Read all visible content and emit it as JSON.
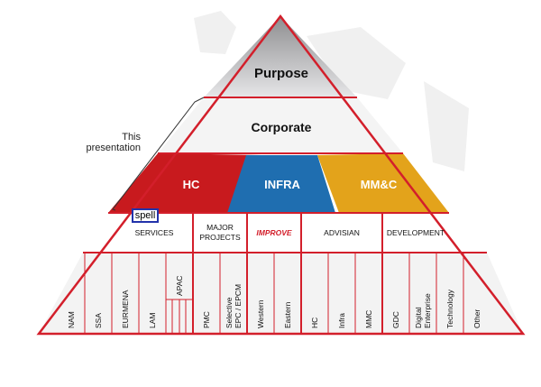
{
  "pyramid": {
    "purpose": "Purpose",
    "corporate": "Corporate",
    "callout": {
      "line1": "This",
      "line2": "presentation"
    },
    "segments": [
      {
        "label": "HC",
        "color": "#c81a1e"
      },
      {
        "label": "INFRA",
        "color": "#1f6eb0"
      },
      {
        "label": "MM&C",
        "color": "#e3a31b"
      }
    ],
    "spell_tag": "spell",
    "groups": [
      {
        "label_lines": [
          "SERVICES"
        ],
        "italic_red": false
      },
      {
        "label_lines": [
          "MAJOR",
          "PROJECTS"
        ],
        "italic_red": false
      },
      {
        "label_lines": [
          "IMPROVE"
        ],
        "italic_red": true
      },
      {
        "label_lines": [
          "ADVISIAN"
        ],
        "italic_red": false
      },
      {
        "label_lines": [
          "DEVELOPMENT"
        ],
        "italic_red": false
      }
    ],
    "columns": [
      [
        "NAM"
      ],
      [
        "SSA"
      ],
      [
        "EURMENA"
      ],
      [
        "LAM"
      ],
      [
        "APAC"
      ],
      [
        "PMC"
      ],
      [
        "Selective",
        "EPC / EPCM"
      ],
      [
        "Western"
      ],
      [
        "Eastern"
      ],
      [
        "HC"
      ],
      [
        "Infra"
      ],
      [
        "MMC"
      ],
      [
        "GDC"
      ],
      [
        "Digital",
        "Enterprise"
      ],
      [
        "Technology"
      ],
      [
        "Other"
      ]
    ]
  },
  "colors": {
    "accent": "#d31f2b",
    "top_gray": "#9a9a9c",
    "light_gray": "#f3f3f3"
  }
}
